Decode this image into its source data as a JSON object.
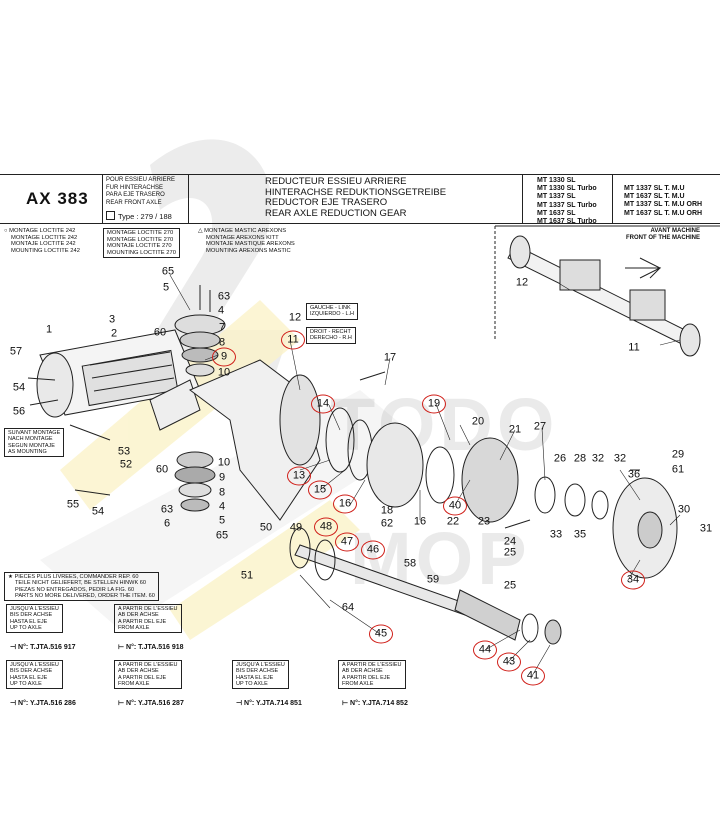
{
  "header": {
    "code": "AX 383",
    "applicability_lines": [
      "POUR ESSIEU ARRIERE",
      "FUR HINTERACHSE",
      "PARA EJE TRASERO",
      "REAR FRONT AXLE"
    ],
    "type_label": "Type : 279 / 188",
    "titles": [
      "REDUCTEUR ESSIEU ARRIERE",
      "HINTERACHSE REDUKTIONSGETREIBE",
      "REDUCTOR EJE TRASERO",
      "REAR AXLE REDUCTION GEAR"
    ],
    "models_left": [
      "MT 1330 SL",
      "MT 1330 SL Turbo",
      "MT 1337 SL",
      "MT 1337 SL Turbo",
      "MT 1637 SL",
      "MT 1637 SL Turbo"
    ],
    "models_right": [
      "MT 1337 SL T. M.U",
      "MT 1637 SL T. M.U",
      "MT 1337 SL T. M.U ORH",
      "MT 1637 SL T. M.U ORH"
    ]
  },
  "legend": {
    "loctite_242": [
      "MONTAGE LOCTITE 242",
      "MONTAGE LOCTITE 242",
      "MONTAJE LOCTITE 242",
      "MOUNTING LOCTITE 242"
    ],
    "loctite_270": [
      "MONTAGE LOCTITE 270",
      "MONTAGE LOCTITE 270",
      "MONTAJE LOCTITE 270",
      "MOUNTING LOCTITE 270"
    ],
    "arexons": [
      "MONTAGE MASTIC AREXONS",
      "MONTAGE AREXONS KITT",
      "MONTAJE MASTIQUE AREXONS",
      "MOUNTING AREXONS MASTIC"
    ]
  },
  "side_labels": {
    "left": [
      "GAUCHE - LINK",
      "IZQUIERDO - L.H"
    ],
    "right": [
      "DROIT - RECHT",
      "DERECHO - R.H"
    ]
  },
  "montage_note": [
    "SUIVANT MONTAGE",
    "NACH MONTAGE",
    "SEGUN MONTAJE",
    "AS MOUNTING"
  ],
  "front_caption": [
    "AVANT MACHINE",
    "FRONT OF THE MACHINE"
  ],
  "parts_note": [
    "PIECES PLUS LIVREES, COMMANDER REP. 60",
    "TEILE NICHT GELIEFERT, BE STELLEN HINWK 60",
    "PIEZAS NO ENTREGADOS, PEDIR LA FIG. 60",
    "PARTS NO MORE DELIVERED, ORDER THE ITEM. 60"
  ],
  "serial_refs": [
    {
      "lines": [
        "JUSQU'A L'ESSIEU",
        "BIS DER ACHSE",
        "HASTA EL EJE",
        "UP TO AXLE"
      ],
      "serial": "N°: T.JTA.516 917"
    },
    {
      "lines": [
        "A PARTIR DE L'ESSIEU",
        "AB DER ACHSE",
        "A PARTIR DEL EJE",
        "FROM AXLE"
      ],
      "serial": "N°: T.JTA.516 918"
    },
    {
      "lines": [
        "JUSQU'A L'ESSIEU",
        "BIS DER ACHSE",
        "HASTA EL EJE",
        "UP TO AXLE"
      ],
      "serial": "N°: Y.JTA.516 286"
    },
    {
      "lines": [
        "A PARTIR DE L'ESSIEU",
        "AB DER ACHSE",
        "A PARTIR DEL EJE",
        "FROM AXLE"
      ],
      "serial": "N°: Y.JTA.516 287"
    },
    {
      "lines": [
        "JUSQU'A L'ESSIEU",
        "BIS DER ACHSE",
        "HASTA EL EJE",
        "UP TO AXLE"
      ],
      "serial": "N°: Y.JTA.714 851"
    },
    {
      "lines": [
        "A PARTIR DE L'ESSIEU",
        "AB DER ACHSE",
        "A PARTIR DEL EJE",
        "FROM AXLE"
      ],
      "serial": "N°: Y.JTA.714 852"
    }
  ],
  "watermark": [
    "TODO",
    "MOP"
  ],
  "callouts": [
    "65",
    "5",
    "63",
    "4",
    "60",
    "7",
    "8",
    "9",
    "10",
    "1",
    "2",
    "3",
    "57",
    "54",
    "56",
    "53",
    "52",
    "55",
    "54",
    "60",
    "10",
    "9",
    "8",
    "4",
    "5",
    "63",
    "6",
    "65",
    "12",
    "11",
    "17",
    "14",
    "19",
    "20",
    "21",
    "27",
    "13",
    "15",
    "16",
    "18",
    "62",
    "16",
    "40",
    "22",
    "23",
    "26",
    "28",
    "32",
    "32",
    "36",
    "29",
    "61",
    "24",
    "25",
    "33",
    "35",
    "30",
    "31",
    "34",
    "50",
    "49",
    "48",
    "47",
    "46",
    "51",
    "58",
    "59",
    "25",
    "64",
    "45",
    "44",
    "43",
    "41",
    "12",
    "11"
  ],
  "accent": "#d0201a"
}
